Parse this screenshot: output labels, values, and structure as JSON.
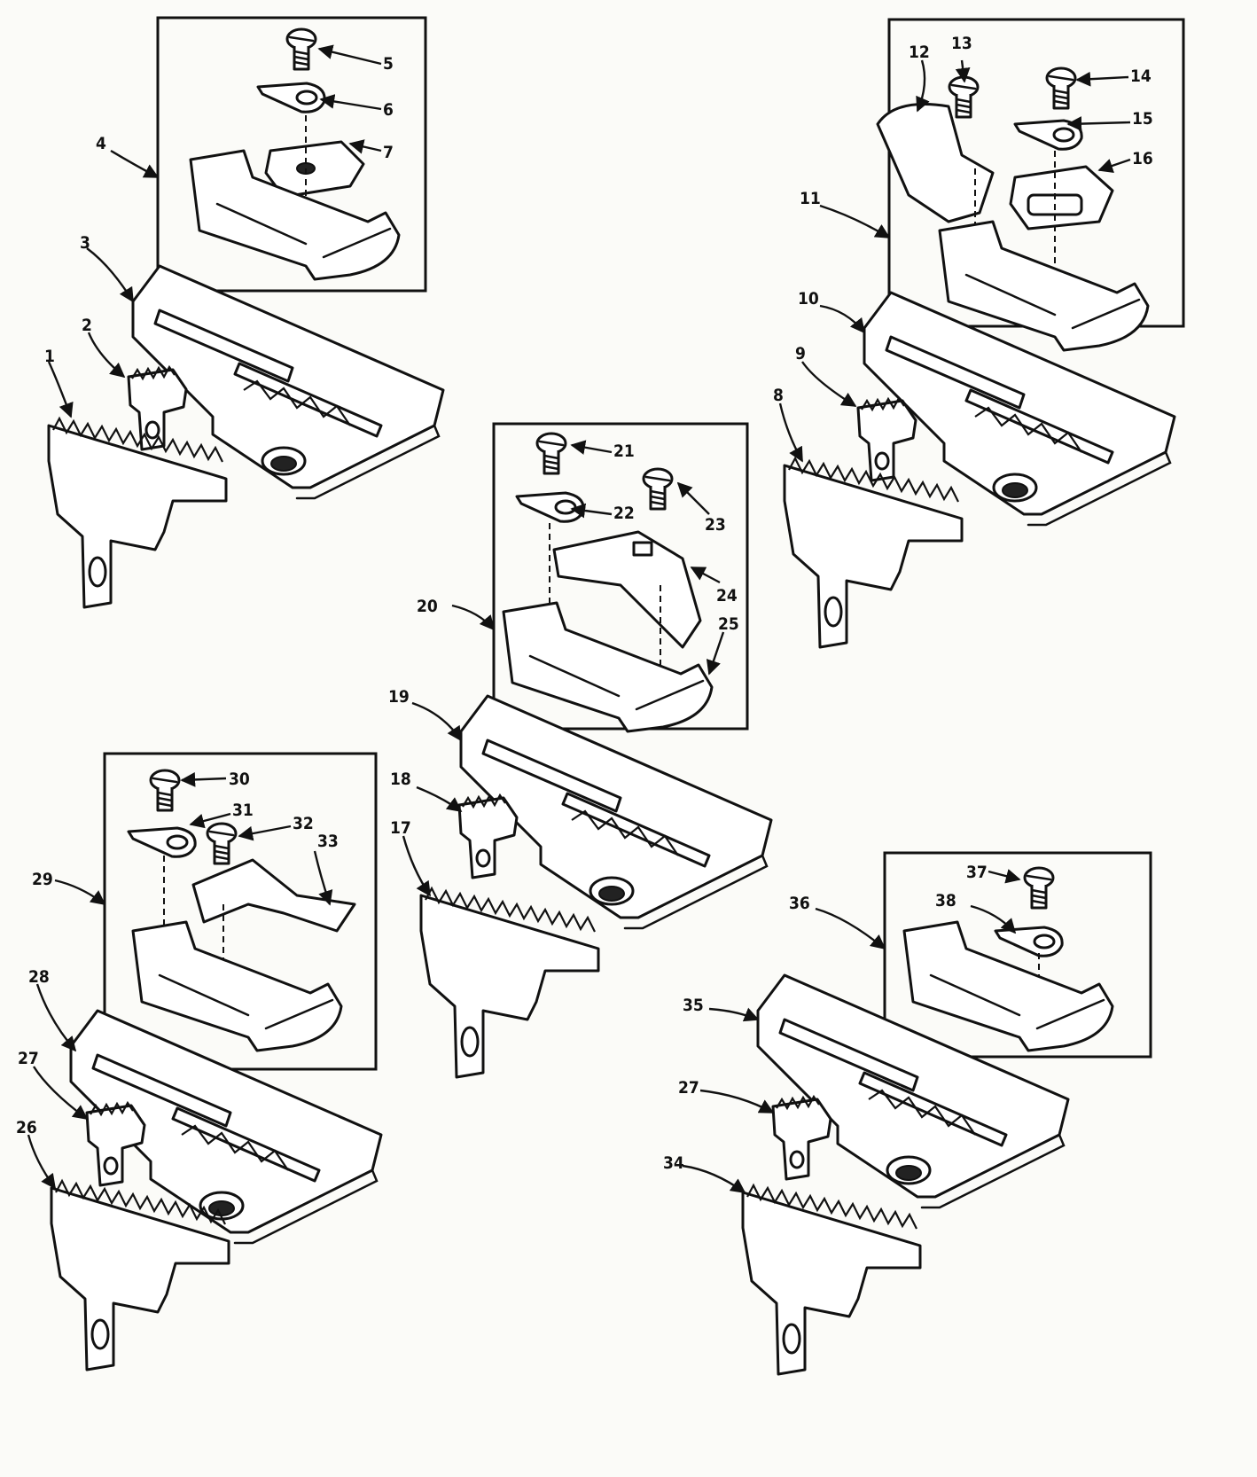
{
  "callouts": [
    "1",
    "2",
    "3",
    "4",
    "5",
    "6",
    "7",
    "8",
    "9",
    "10",
    "11",
    "12",
    "13",
    "14",
    "15",
    "16",
    "17",
    "18",
    "19",
    "20",
    "21",
    "22",
    "23",
    "24",
    "25",
    "26",
    "27",
    "28",
    "29",
    "30",
    "31",
    "32",
    "33",
    "34",
    "35",
    "27",
    "37",
    "38"
  ],
  "callout_36": "36"
}
